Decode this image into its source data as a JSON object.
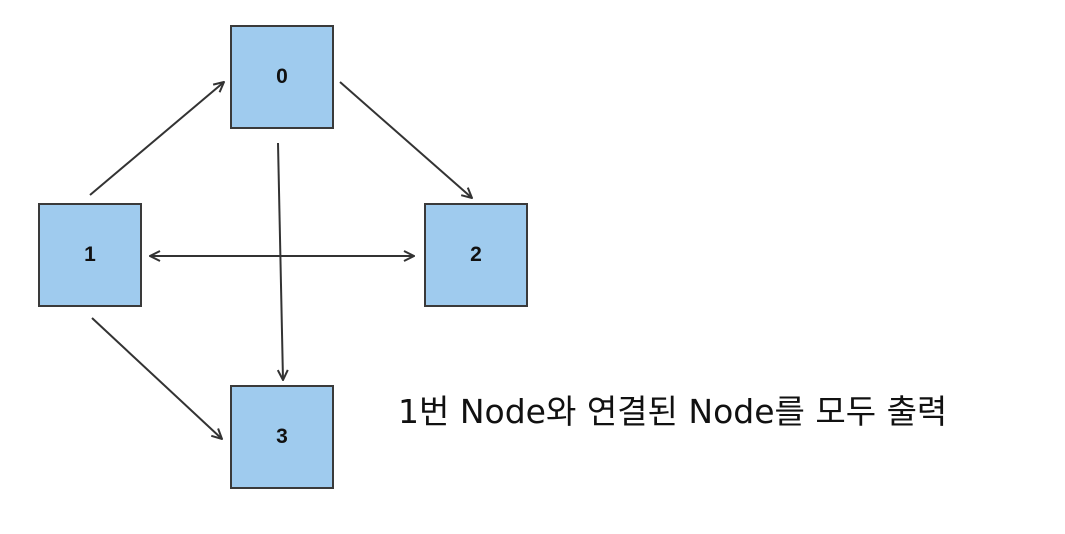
{
  "nodes": [
    {
      "id": "0",
      "label": "0"
    },
    {
      "id": "1",
      "label": "1"
    },
    {
      "id": "2",
      "label": "2"
    },
    {
      "id": "3",
      "label": "3"
    }
  ],
  "edges": [
    {
      "from": "1",
      "to": "0",
      "direction": "forward"
    },
    {
      "from": "0",
      "to": "2",
      "direction": "forward"
    },
    {
      "from": "0",
      "to": "3",
      "direction": "forward"
    },
    {
      "from": "1",
      "to": "3",
      "direction": "forward"
    },
    {
      "from": "1",
      "to": "2",
      "direction": "both"
    }
  ],
  "colors": {
    "node_fill": "#9fcbee",
    "node_border": "#3a3a3a",
    "edge": "#333333"
  },
  "caption": "1번 Node와 연결된 Node를 모두 출력"
}
